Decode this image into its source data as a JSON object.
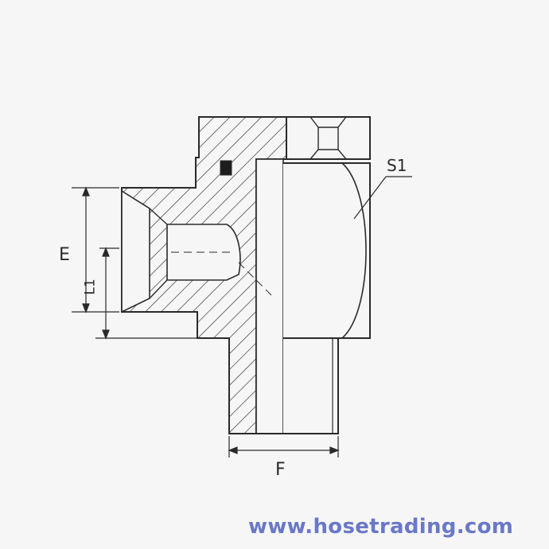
{
  "labels": {
    "e": "E",
    "l1": "L1",
    "f": "F",
    "s1": "S1"
  },
  "watermark": "www.hosetrading.com",
  "colors": {
    "line": "#2a2a2a",
    "hatch": "#2a2a2a",
    "watermark": "#6a78c8",
    "background": "#f6f6f6"
  }
}
